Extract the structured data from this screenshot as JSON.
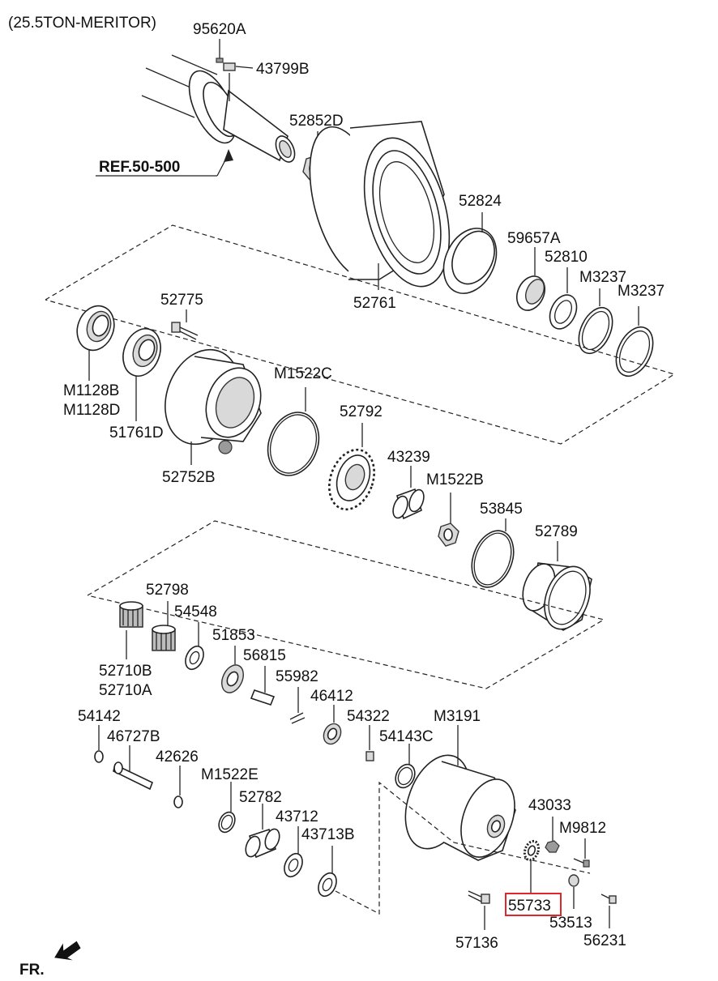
{
  "header": {
    "title": "(25.5TON-MERITOR)"
  },
  "reference": "REF.50-500",
  "front_marker": "FR.",
  "highlight_color": "#e0262b",
  "highlighted_part": "55733",
  "parts": {
    "p95620A": "95620A",
    "p43799B": "43799B",
    "p52852D": "52852D",
    "p52824": "52824",
    "p59657A": "59657A",
    "p52810": "52810",
    "pM3237a": "M3237",
    "pM3237b": "M3237",
    "p52761": "52761",
    "p52775": "52775",
    "pM1128B": "M1128B",
    "pM1128D": "M1128D",
    "p51761D": "51761D",
    "pM1522C": "M1522C",
    "p52792": "52792",
    "p52752B": "52752B",
    "p43239": "43239",
    "pM1522B": "M1522B",
    "p53845": "53845",
    "p52789": "52789",
    "p52798": "52798",
    "p54548": "54548",
    "p51853": "51853",
    "p56815": "56815",
    "p52710B": "52710B",
    "p52710A": "52710A",
    "p55982": "55982",
    "p46412": "46412",
    "p54142": "54142",
    "p46727B": "46727B",
    "p42626": "42626",
    "p54322": "54322",
    "pM3191": "M3191",
    "p54143C": "54143C",
    "pM1522E": "M1522E",
    "p52782": "52782",
    "p43712": "43712",
    "p43713B": "43713B",
    "p43033": "43033",
    "pM9812": "M9812",
    "p55733": "55733",
    "p53513": "53513",
    "p57136": "57136",
    "p56231": "56231"
  }
}
